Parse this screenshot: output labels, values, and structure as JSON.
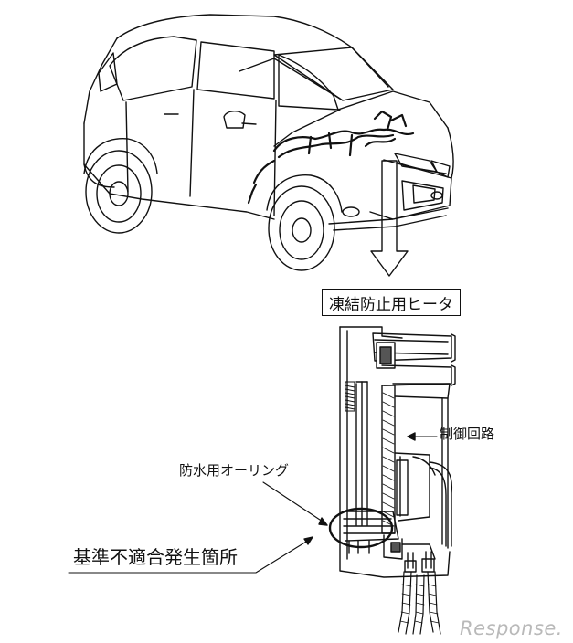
{
  "labels": {
    "heater": "凍結防止用ヒータ",
    "control_circuit": "制御回路",
    "waterproof_oring": "防水用オーリング",
    "nonconformity_location": "基準不適合発生箇所"
  },
  "watermark": "Response.",
  "colors": {
    "line": "#111111",
    "watermark": "#b9b9b9",
    "background": "#ffffff"
  }
}
